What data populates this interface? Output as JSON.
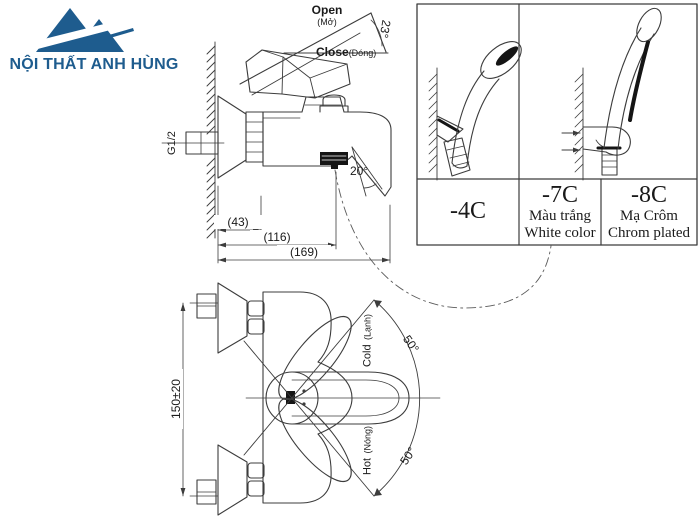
{
  "brand": {
    "name": "NỘI THẤT ANH HÙNG",
    "color": "#1e5c8e"
  },
  "side_view": {
    "open_label": "Open",
    "open_sub": "(Mở)",
    "close_label": "Close",
    "close_sub": "(Đóng)",
    "open_angle": "23°",
    "inlet_thread": "G1/2",
    "spout_angle": "20°",
    "dim_wall_to_body": "(43)",
    "dim_wall_to_outlet": "(116)",
    "dim_wall_to_spout": "(169)"
  },
  "variant_box": {
    "cells": [
      {
        "code": "-4C",
        "line1": "",
        "line2": ""
      },
      {
        "code": "-7C",
        "line1": "Màu trắng",
        "line2": "White color"
      },
      {
        "code": "-8C",
        "line1": "Mạ Crôm",
        "line2": "Chrom plated"
      }
    ]
  },
  "front_view": {
    "height_dim": "150±20",
    "cold_label": "Cold",
    "cold_sub": "(Lạnh)",
    "cold_angle": "50°",
    "hot_label": "Hot",
    "hot_sub": "(Nóng)",
    "hot_angle": "50°"
  }
}
